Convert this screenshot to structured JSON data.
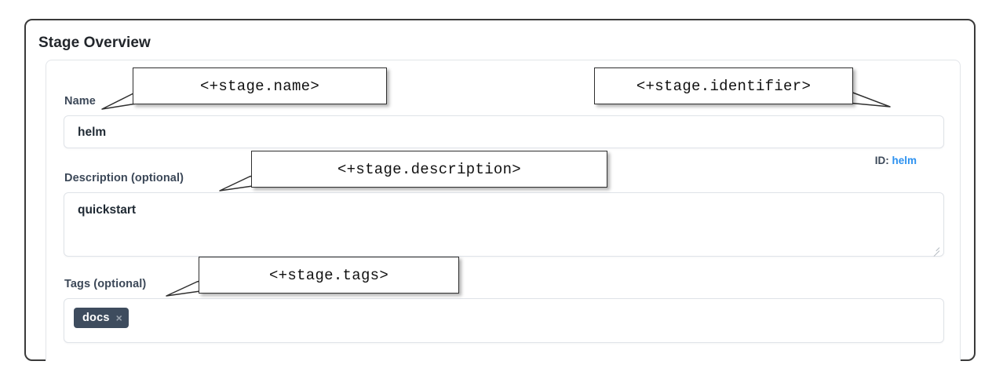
{
  "panel": {
    "title": "Stage Overview"
  },
  "form": {
    "name": {
      "label": "Name",
      "value": "helm",
      "placeholder": ""
    },
    "identifier": {
      "prefix": "ID:",
      "value": "helm"
    },
    "description": {
      "label": "Description (optional)",
      "value": "quickstart",
      "placeholder": ""
    },
    "tags": {
      "label": "Tags (optional)",
      "chips": [
        {
          "text": "docs",
          "remove_icon": "×"
        }
      ]
    }
  },
  "annotations": [
    {
      "text": "<+stage.name>"
    },
    {
      "text": "<+stage.identifier>"
    },
    {
      "text": "<+stage.description>"
    },
    {
      "text": "<+stage.tags>"
    }
  ],
  "colors": {
    "label": "#3c4858",
    "id_link": "#2c91f0",
    "chip_bg": "#3e4c5e",
    "frame": "#3a3a3a"
  }
}
